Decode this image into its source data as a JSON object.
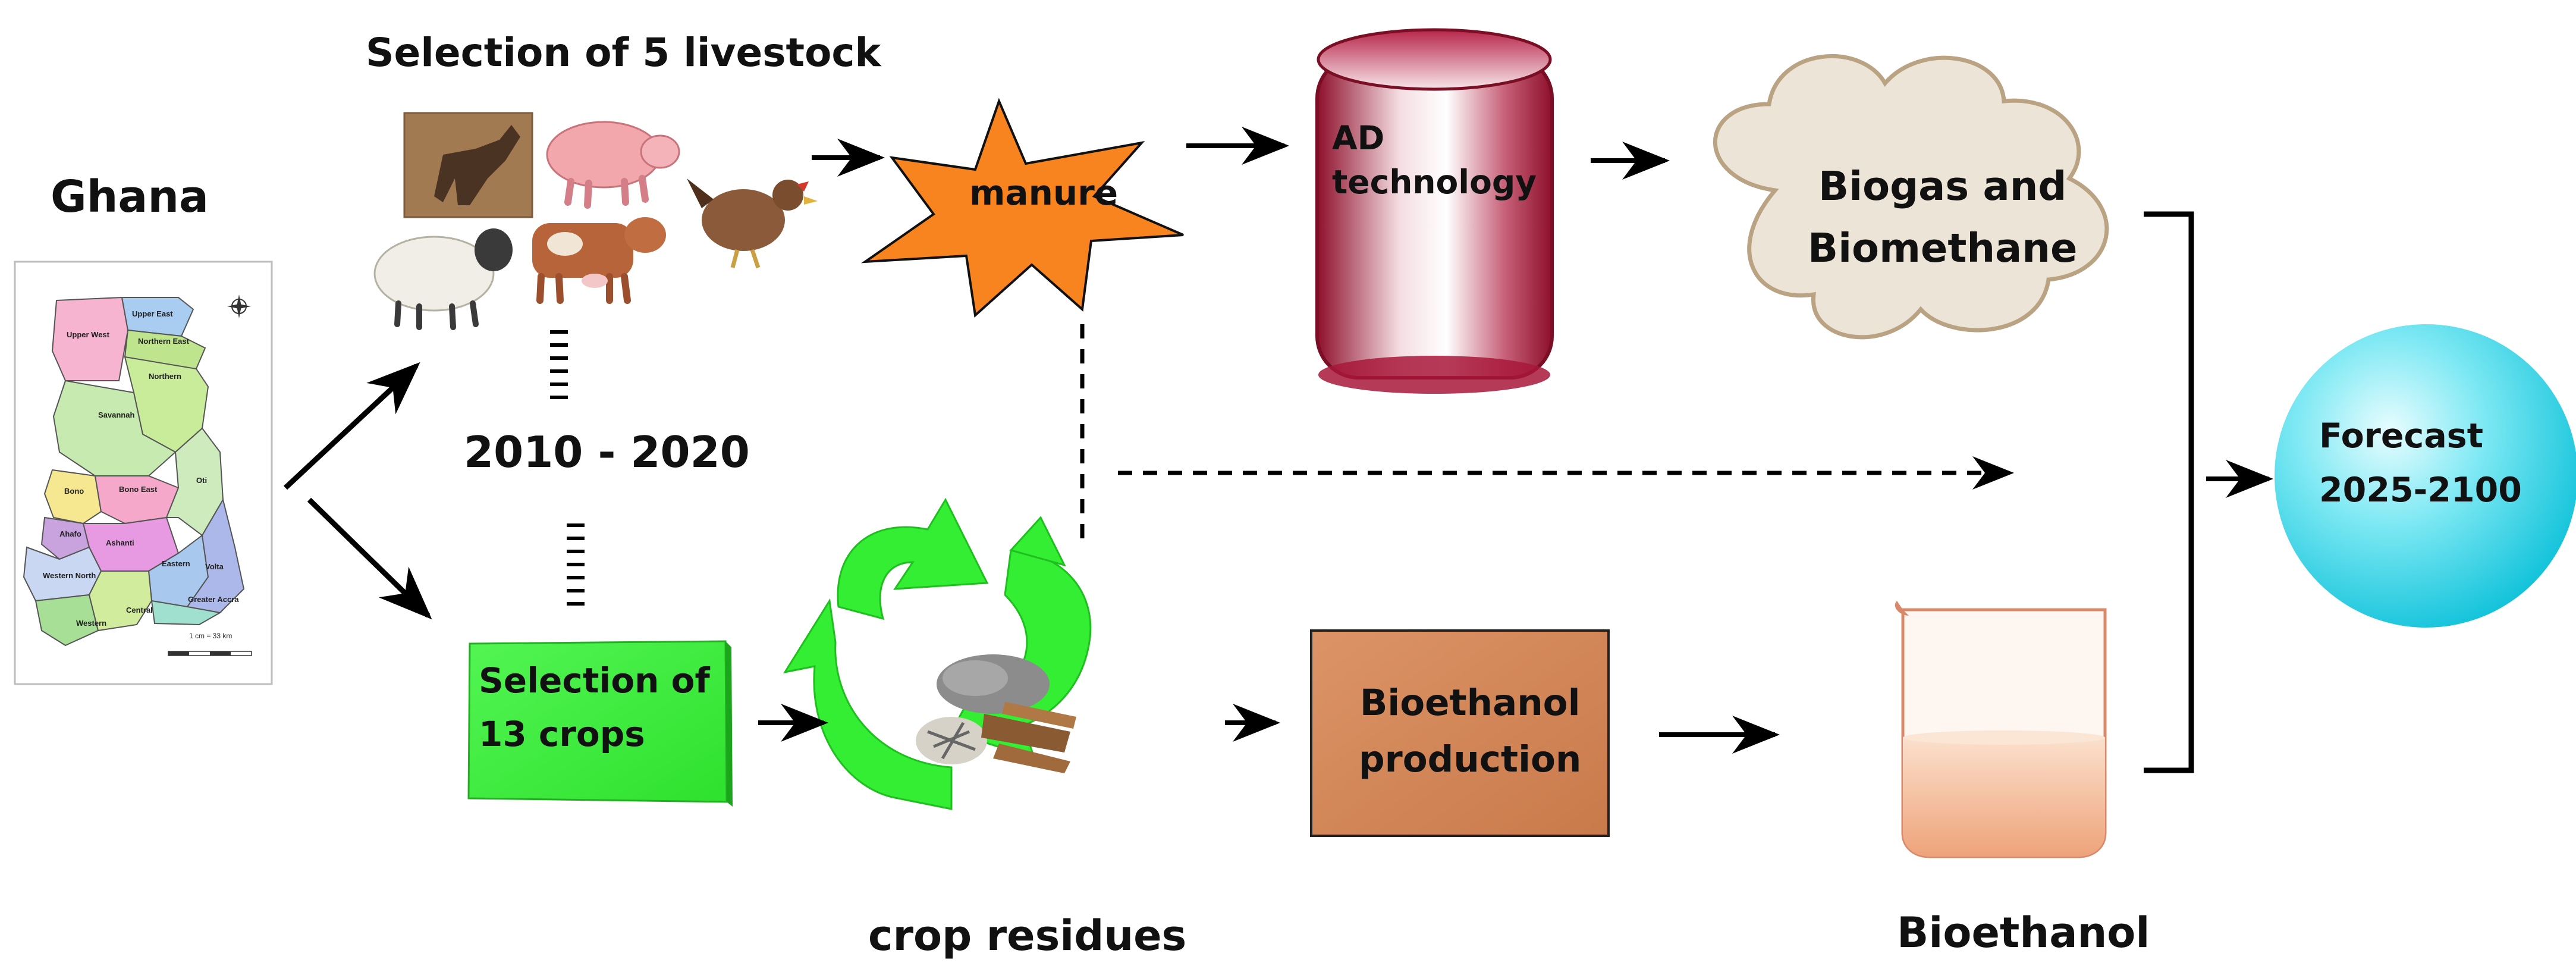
{
  "country": "Ghana",
  "map": {
    "regions": [
      "Upper West",
      "Upper East",
      "Northern East",
      "Northern",
      "Savannah",
      "Bono",
      "Bono East",
      "Oti",
      "Ahafo",
      "Ashanti",
      "Eastern",
      "Volta",
      "Western North",
      "Western",
      "Central",
      "Greater Accra"
    ],
    "scale_text": "1 cm = 33 km"
  },
  "livestock": {
    "title": "Selection of 5 livestock"
  },
  "period": "2010 - 2020",
  "crops": {
    "label_line1": "Selection of",
    "label_line2": "13 crops"
  },
  "manure": "manure",
  "ad": {
    "line1": "AD",
    "line2": "technology"
  },
  "biogas": {
    "line1": "Biogas and",
    "line2": "Biomethane"
  },
  "crop_residues": "crop residues",
  "bioethanol_production": {
    "line1": "Bioethanol",
    "line2": "production"
  },
  "bioethanol": "Bioethanol",
  "forecast": {
    "line1": "Forecast",
    "line2": "2025-2100"
  },
  "colors": {
    "manure_star": "#f7841e",
    "crops_box": "#3ff23f",
    "recycle": "#33ee33",
    "ad_tank": "#a8173a",
    "cloud_fill": "#ece4d6",
    "cloud_stroke": "#b9a383",
    "bioethanol_box": "#d4895a",
    "forecast_sphere": "#28d3e6",
    "beaker_liquid": "#f2b48e"
  }
}
